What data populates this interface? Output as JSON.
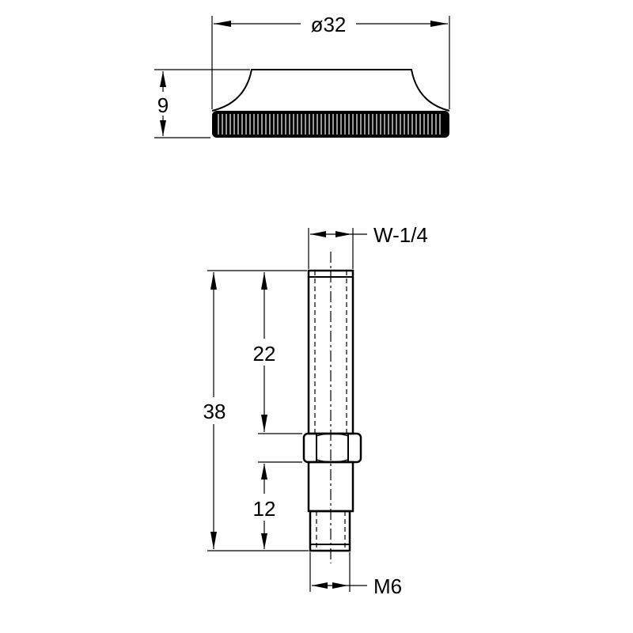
{
  "drawing": {
    "knob": {
      "diameter_label": "ø32",
      "height_label": "9"
    },
    "stud": {
      "top_thread_label": "W-1/4",
      "bottom_thread_label": "M6",
      "overall_length_label": "38",
      "upper_length_label": "22",
      "lower_length_label": "12"
    }
  }
}
